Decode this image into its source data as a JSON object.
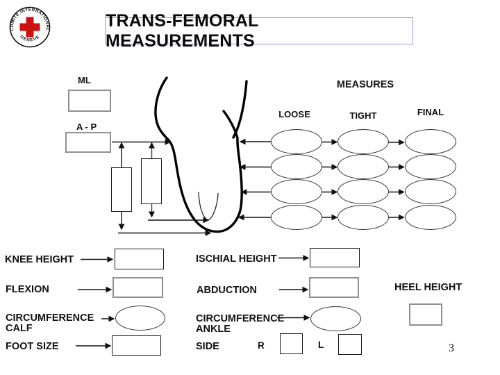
{
  "slide": {
    "title": "TRANS-FEMORAL MEASUREMENTS",
    "page_number": "3",
    "logo": {
      "ring_top": "COMITE INTERNATIONAL",
      "ring_bottom": "GENEVE",
      "cross_color": "#cc1111"
    },
    "dimension_labels": {
      "ml": "ML",
      "ap": "A - P"
    },
    "measures": {
      "header": "MEASURES",
      "columns": [
        "LOOSE",
        "TIGHT",
        "FINAL"
      ],
      "rows": 4,
      "fields_per_row": 3
    },
    "form_fields": {
      "knee_height": {
        "label": "KNEE HEIGHT"
      },
      "flexion": {
        "label": "FLEXION"
      },
      "circumference_calf": {
        "label_line1": "CIRCUMFERENCE",
        "label_line2": "CALF"
      },
      "foot_size": {
        "label": "FOOT SIZE"
      },
      "ischial_height": {
        "label": "ISCHIAL HEIGHT"
      },
      "abduction": {
        "label": "ABDUCTION"
      },
      "circumference_ankle": {
        "label_line1": "CIRCUMFERENCE",
        "label_line2": "ANKLE"
      },
      "side": {
        "label": "SIDE",
        "right": "R",
        "left": "L"
      },
      "heel_height": {
        "label": "HEEL HEIGHT"
      }
    },
    "colors": {
      "gray_box_border": "#909090",
      "black_line": "#1a1a1a",
      "title_border": "#9696cc",
      "cross_red": "#cc1111"
    }
  }
}
